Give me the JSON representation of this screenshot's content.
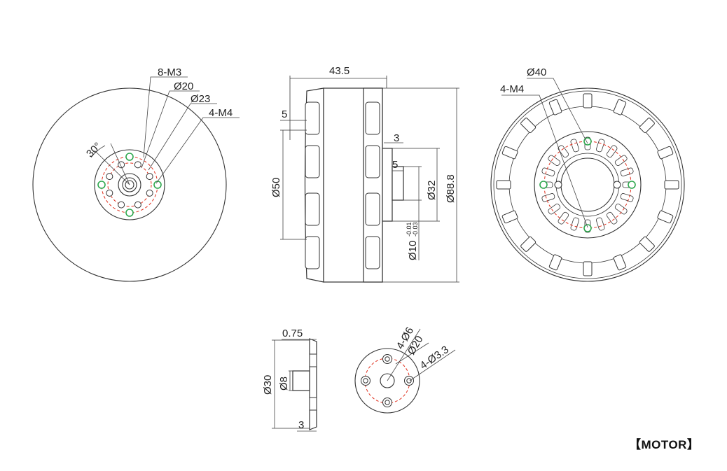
{
  "labels": {
    "front_8m3": "8-M3",
    "front_d20": "Ø20",
    "front_d23": "Ø23",
    "front_4m4": "4-M4",
    "front_angle": "30°",
    "side_length": "43.5",
    "side_5_top": "5",
    "side_3": "3",
    "side_5_mid": "5",
    "side_d50": "Ø50",
    "side_d32": "Ø32",
    "side_d888": "Ø88.8",
    "side_d10": "Ø10",
    "side_tol_upper": "-0.01",
    "side_tol_lower": "-0.03",
    "rear_d40": "Ø40",
    "rear_4m4": "4-M4",
    "mount_075": "0.75",
    "mount_d30": "Ø30",
    "mount_d8": "Ø8",
    "mount_3": "3",
    "mount_4d6": "4-Ø6",
    "mount_d20": "Ø20",
    "mount_4d33": "4-Ø3.3",
    "footer_title": "【MOTOR】"
  },
  "colors": {
    "line": "#333333",
    "hole_marker": "#2fa84f",
    "pitch_circle": "#e0301e",
    "background": "#ffffff"
  }
}
